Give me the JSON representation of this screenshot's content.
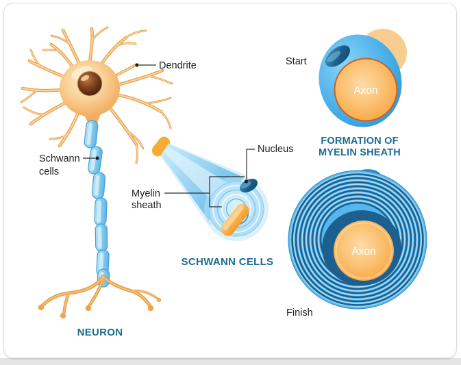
{
  "palette": {
    "caption_text": "#1A6C94",
    "label_text": "#1F1F1F",
    "axon_text": "#FFFFFF",
    "axon_orange": "#F9A947",
    "schwann_cell_blue": "#55B7ED",
    "myelin_capsule_blue": "#8CD0F1",
    "nucleus_navy": "#134E74",
    "soma_orange": "#F3B268",
    "neuron_nucleus_brown": "#5C2B10"
  },
  "neuron": {
    "caption": "NEURON",
    "dendrite_label": "Dendrite",
    "schwann_label_line1": "Schwann",
    "schwann_label_line2": "cells"
  },
  "schwann": {
    "caption": "SCHWANN CELLS",
    "nucleus_label": "Nucleus",
    "myelin_label_line1": "Myelin",
    "myelin_label_line2": "sheath"
  },
  "formation": {
    "caption_line1": "FORMATION OF",
    "caption_line2": "MYELIN SHEATH",
    "start_label": "Start",
    "finish_label": "Finish",
    "start_axon_label": "Axon",
    "finish_axon_label": "Axon"
  }
}
